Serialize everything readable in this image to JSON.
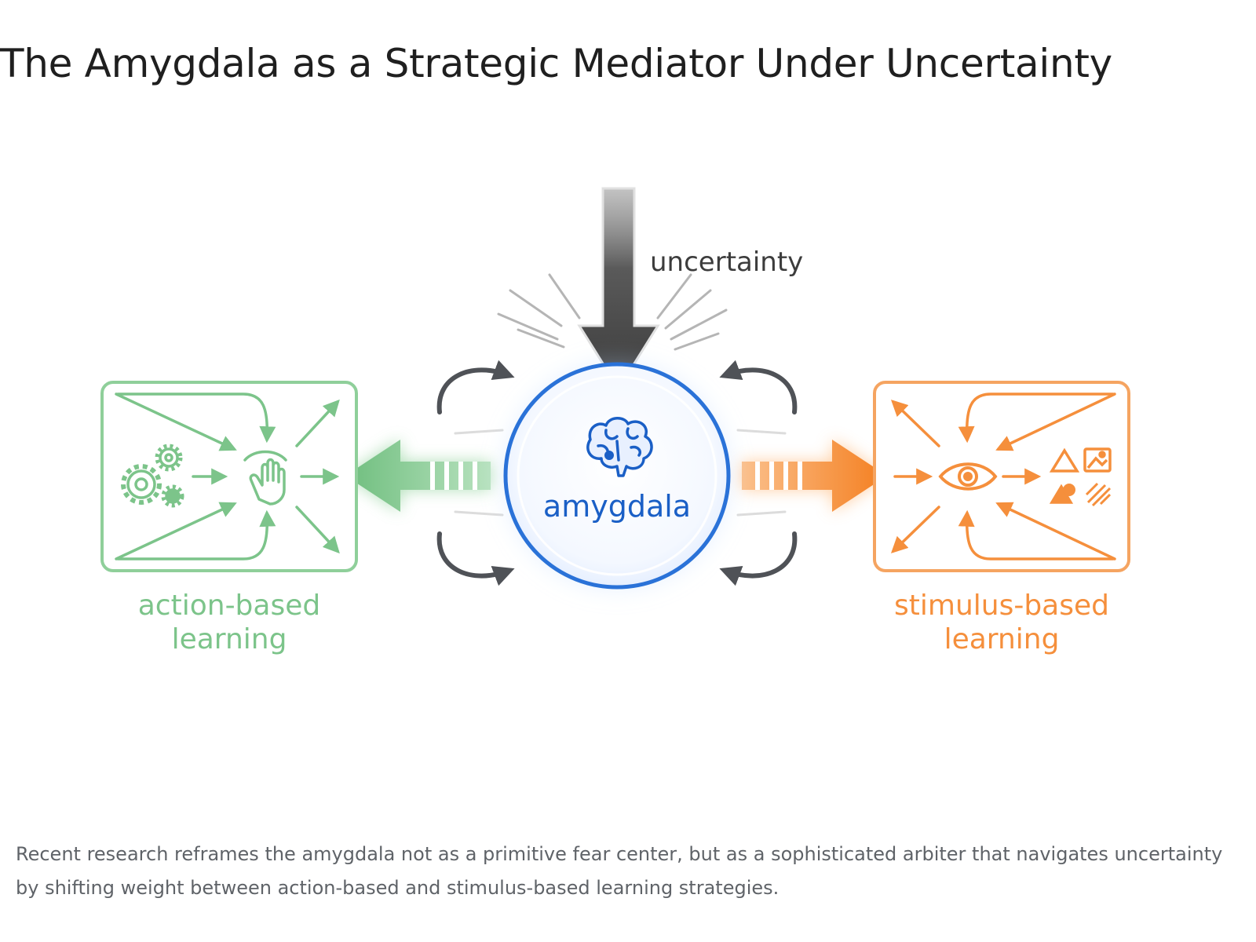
{
  "title": "The Amygdala as a Strategic Mediator Under Uncertainty",
  "diagram": {
    "input_label": "uncertainty",
    "center_label": "amygdala",
    "left_label_line1": "action-based",
    "left_label_line2": "learning",
    "right_label_line1": "stimulus-based",
    "right_label_line2": "learning",
    "colors": {
      "action": "#7cc48a",
      "stimulus": "#f58f3c",
      "amygdala": "#1a73e8",
      "uncertainty": "#4a4a4a",
      "feedback": "#4f5257"
    },
    "icons": {
      "center": "brain-icon",
      "left": [
        "gears-icon",
        "hand-icon"
      ],
      "right": [
        "eye-icon",
        "shapes-icon"
      ]
    }
  },
  "caption": "Recent research reframes the amygdala not as a primitive fear center, but as a sophisticated arbiter that navigates uncertainty by shifting weight between action-based and stimulus-based learning strategies."
}
